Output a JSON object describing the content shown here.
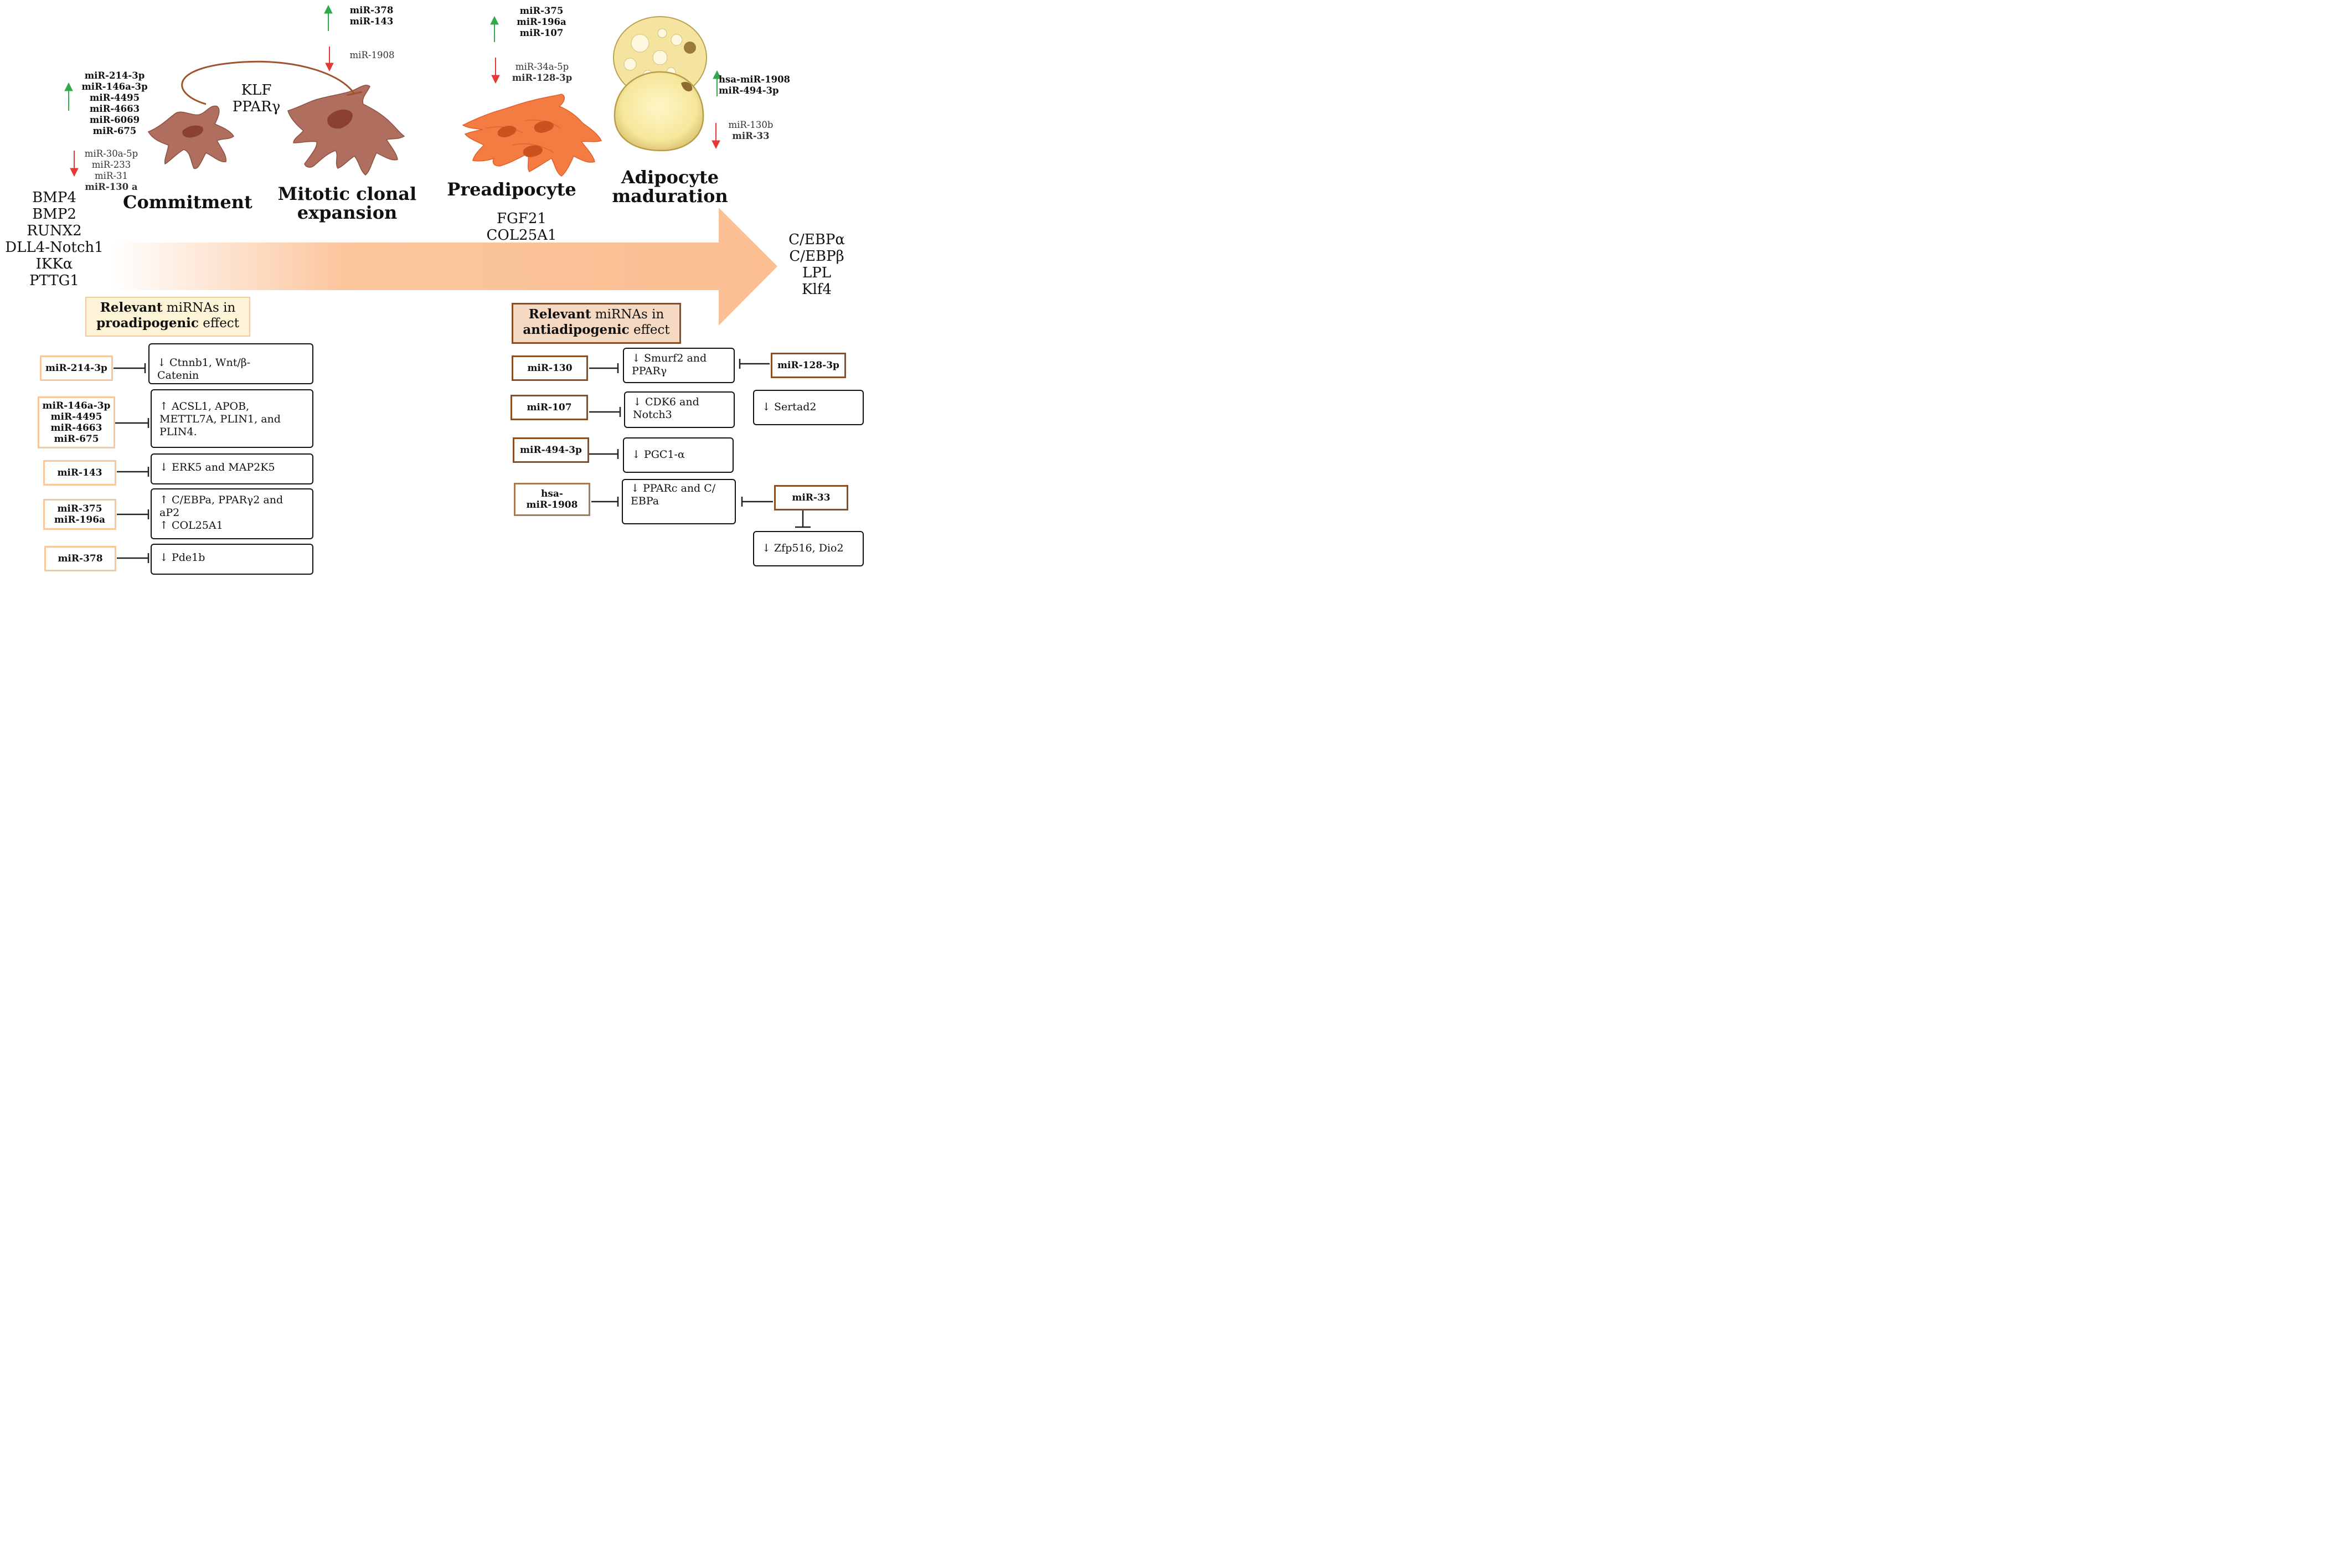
{
  "stages": {
    "commitment": "Commitment",
    "mitotic": [
      "Mitotic clonal",
      "expansion"
    ],
    "preadipocyte": "Preadipocyte",
    "adipocyte": [
      "Adipocyte",
      "maduration"
    ]
  },
  "commitment_factors": [
    "KLF",
    "PPARγ"
  ],
  "left_factors": [
    "BMP4",
    "BMP2",
    "RUNX2",
    "DLL4-Notch1",
    "IKKα",
    "PTTG1"
  ],
  "preadipocyte_factors": [
    "FGF21",
    "COL25A1"
  ],
  "right_factors": [
    "C/EBPα",
    "C/EBPβ",
    "LPL",
    "Klf4"
  ],
  "mirs": {
    "commitment_up": [
      "miR-214-3p",
      "miR-146a-3p",
      "miR-4495",
      "miR-4663",
      "miR-6069",
      "miR-675"
    ],
    "commitment_down": [
      "miR-30a-5p",
      "miR-233",
      "miR-31",
      "miR-130 a"
    ],
    "mitotic_up": [
      "miR-378",
      "miR-143"
    ],
    "mitotic_down": [
      "miR-1908"
    ],
    "preadipocyte_up": [
      "miR-375",
      "miR-196a",
      "miR-107"
    ],
    "preadipocyte_down": [
      "miR-34a-5p",
      "miR-128-3p"
    ],
    "adipocyte_up": [
      "hsa-miR-1908",
      "miR-494-3p"
    ],
    "adipocyte_down": [
      "miR-130b",
      "miR-33"
    ]
  },
  "pro_header": {
    "bold1": "Relevant",
    "rest1": " miRNAs in",
    "bold2": "proadipogenic",
    "rest2": " effect"
  },
  "anti_header": {
    "bold1": "Relevant",
    "rest1": " miRNAs in",
    "bold2": "antiadipogenic",
    "rest2": " effect"
  },
  "pro_rows": [
    {
      "mirs": [
        "miR-214-3p"
      ],
      "targets": [
        "↓ Ctnnb1,   Wnt/β-",
        "Catenin"
      ]
    },
    {
      "mirs": [
        "miR-146a-3p",
        "miR-4495",
        "miR-4663",
        "miR-675"
      ],
      "targets": [
        "↑ ACSL1, APOB,",
        "METTL7A, PLIN1, and",
        "PLIN4."
      ]
    },
    {
      "mirs": [
        "miR-143"
      ],
      "targets": [
        "↓ ERK5 and MAP2K5"
      ]
    },
    {
      "mirs": [
        "miR-375",
        "miR-196a"
      ],
      "targets": [
        "↑ C/EBPa, PPARγ2 and",
        "aP2",
        "↑ COL25A1"
      ]
    },
    {
      "mirs": [
        "miR-378"
      ],
      "targets": [
        "↓ Pde1b"
      ]
    }
  ],
  "anti_rows": [
    {
      "mirs": [
        "miR-130"
      ],
      "targets": [
        "↓ Smurf2   and",
        "PPARγ"
      ]
    },
    {
      "mirs": [
        "miR-107"
      ],
      "targets": [
        "↓ CDK6 and",
        "Notch3"
      ]
    },
    {
      "mirs": [
        "miR-494-3p"
      ],
      "targets": [
        "↓ PGC1-α"
      ]
    },
    {
      "mirs": [
        "hsa-",
        "miR-1908"
      ],
      "targets": [
        "↓ PPARc   and C/",
        "EBPa"
      ]
    }
  ],
  "anti_side": {
    "mir128": "miR-128-3p",
    "sertad2": "↓ Sertad2",
    "mir33": "miR-33",
    "zfp": "↓ Zfp516, Dio2"
  },
  "colors": {
    "up_arrow": "#2eaa48",
    "down_arrow": "#e53935",
    "main_arrow": "#fbbf92",
    "pro_border": "#f8c79c",
    "anti_border": "#8a4e22",
    "pro_header_bg": "#fdf3d6",
    "anti_header_bg": "#f5d9c2"
  }
}
